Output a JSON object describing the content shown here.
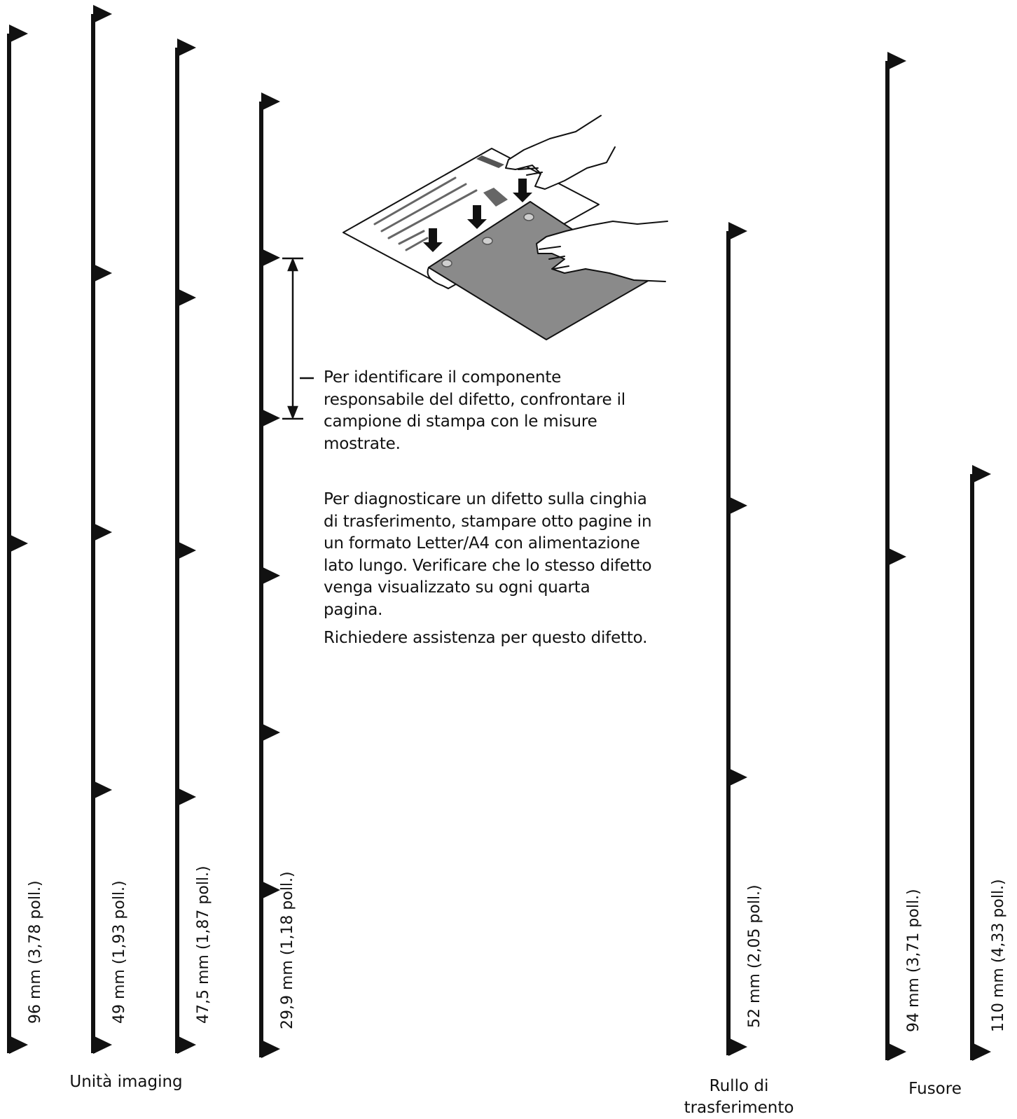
{
  "description": {
    "para1": "Per identificare il componente responsabile del difetto, confrontare il campione di stampa con le misure mostrate.",
    "para2": "Per diagnosticare un difetto sulla cinghia di trasferimento, stampare otto pagine in un formato Letter/A4 con alimentazione lato lungo. Verificare che lo stesso difetto venga visualizzato su ogni quarta pagina.",
    "para3": "Richiedere assistenza per questo difetto."
  },
  "groups": {
    "imaging": "Unità imaging",
    "transfer": "Rullo di trasferimento",
    "fuser": "Fusore"
  },
  "rulers": [
    {
      "label": "96 mm (3,78 poll.)",
      "group": "imaging"
    },
    {
      "label": "49 mm (1,93 poll.)",
      "group": "imaging"
    },
    {
      "label": "47,5 mm (1,87 poll.)",
      "group": "imaging"
    },
    {
      "label": "29,9 mm (1,18 poll.)",
      "group": "imaging"
    },
    {
      "label": "52 mm (2,05 poll.)",
      "group": "transfer"
    },
    {
      "label": "94 mm (3,71 poll.)",
      "group": "fuser"
    },
    {
      "label": "110 mm (4,33 poll.)",
      "group": "fuser"
    }
  ],
  "illustration": {
    "icon": "hands-comparing-sheet-with-ruler-icon"
  },
  "colors": {
    "ink": "#111111",
    "sheet_gray": "#8a8a8a"
  }
}
